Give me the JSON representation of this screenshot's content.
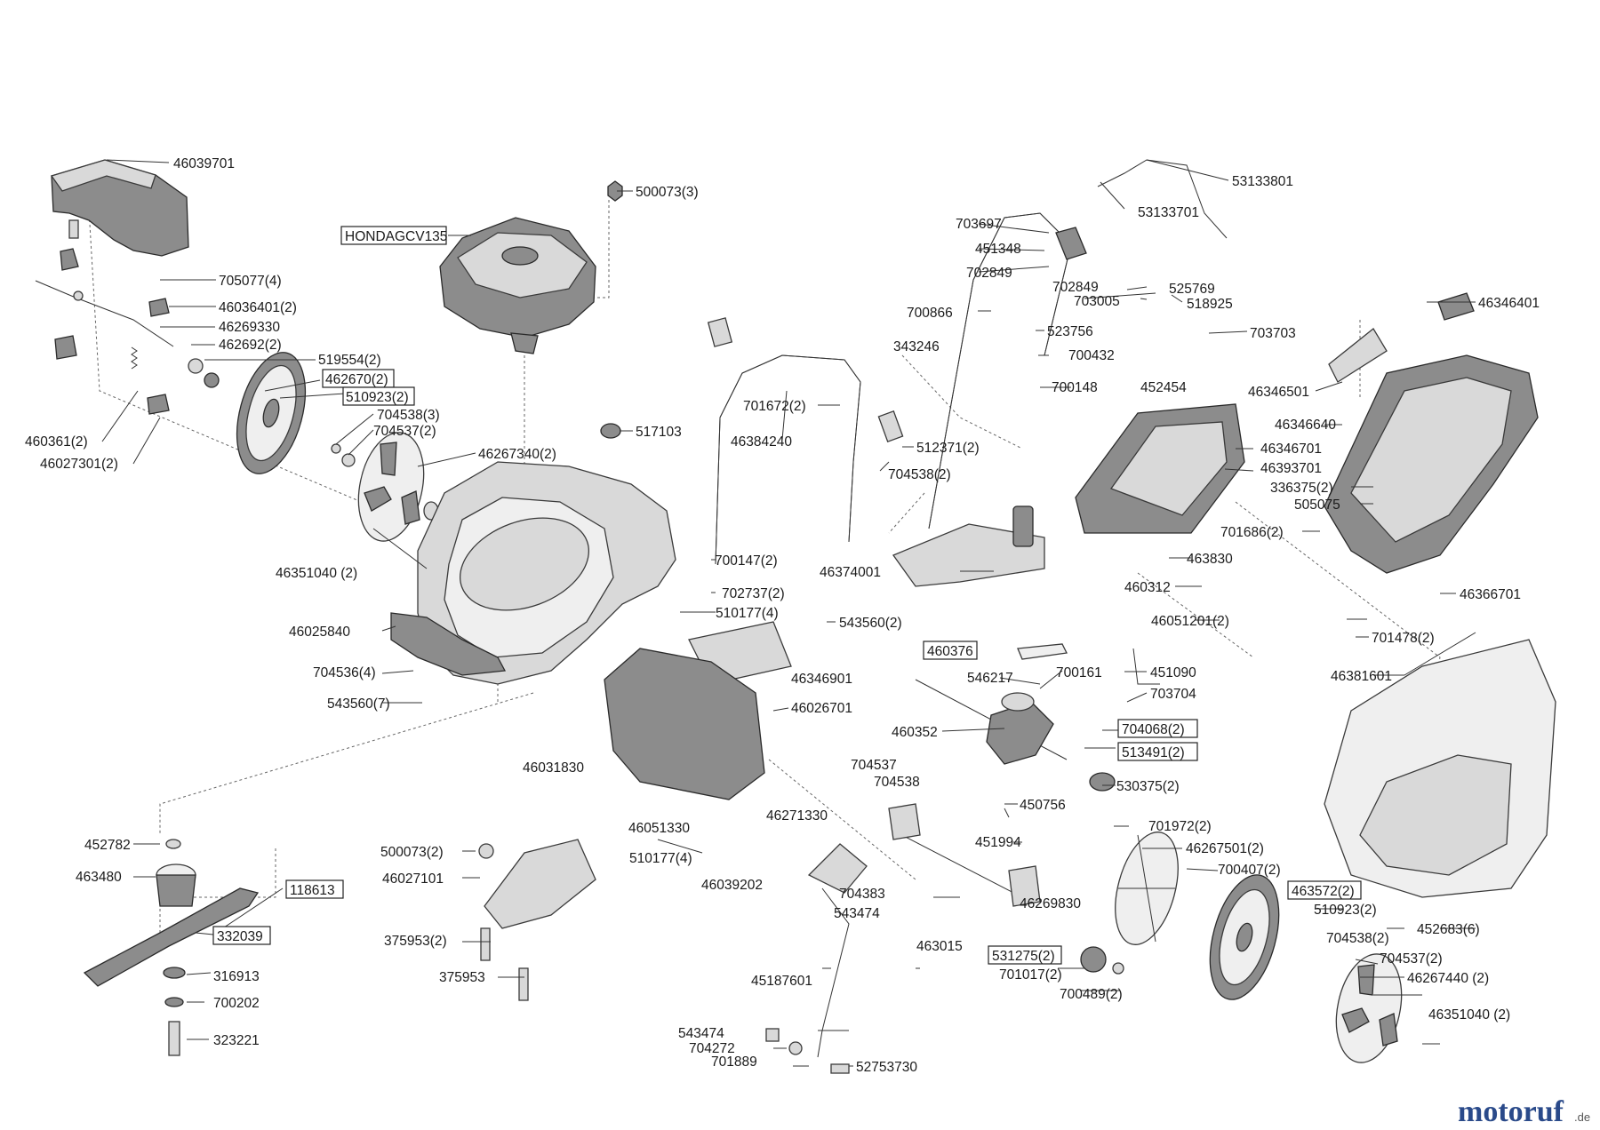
{
  "diagram": {
    "labels": [
      "46039701",
      "500073(3)",
      "53133801",
      "53133701",
      "HONDAGCV135",
      "703697",
      "451348",
      "702849",
      "705077(4)",
      "46036401(2)",
      "46269330",
      "462692(2)",
      "519554(2)",
      "462670(2)",
      "510923(2)",
      "704538(3)",
      "704537(2)",
      "460361(2)",
      "46027301(2)",
      "46267340(2)",
      "46351040 (2)",
      "517103",
      "702849",
      "703005",
      "525769",
      "518925",
      "46346401",
      "700866",
      "523756",
      "703703",
      "343246",
      "700432",
      "700148",
      "452454",
      "46346501",
      "701672(2)",
      "46384240",
      "512371(2)",
      "704538(2)",
      "46346640",
      "46346701",
      "46393701",
      "336375(2)",
      "505075",
      "701686(2)",
      "463830",
      "46374001",
      "460312",
      "46051201(2)",
      "46366701",
      "701478(2)",
      "700147(2)",
      "702737(2)",
      "510177(4)",
      "543560(2)",
      "46025840",
      "704536(4)",
      "543560(7)",
      "460376",
      "546217",
      "700161",
      "451090",
      "703704",
      "46346901",
      "46381601",
      "46026701",
      "460352",
      "704068(2)",
      "513491(2)",
      "46031830",
      "704537",
      "704538",
      "530375(2)",
      "450756",
      "46271330",
      "451994",
      "46051330",
      "510177(4)",
      "701972(2)",
      "46267501(2)",
      "700407(2)",
      "463572(2)",
      "510923(2)",
      "46039202",
      "704383",
      "46269830",
      "543474",
      "463015",
      "531275(2)",
      "704538(2)",
      "704537(2)",
      "46267440 (2)",
      "701017(2)",
      "700489(2)",
      "45187601",
      "46351040 (2)",
      "452683(6)",
      "543474",
      "704272",
      "701889",
      "52753730",
      "452782",
      "463480",
      "118613",
      "500073(2)",
      "46027101",
      "332039",
      "375953(2)",
      "375953",
      "316913",
      "700202",
      "323221"
    ]
  },
  "watermark": {
    "brand": "motoruf",
    "suffix": ".de"
  }
}
